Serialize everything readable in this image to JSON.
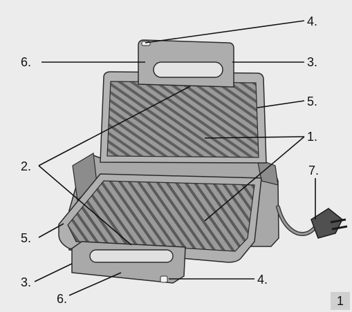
{
  "figure": {
    "subject": "Contact grill, opened flat",
    "figure_number": "1",
    "colors": {
      "background": "#ececec",
      "metal": "#aaaaaa",
      "plate": "#8e8e8e",
      "outline": "#222222"
    }
  },
  "callouts": {
    "c1": {
      "label": "1.",
      "part": "grill plates"
    },
    "c2": {
      "label": "2.",
      "part": "lock / hinge points"
    },
    "c3_top": {
      "label": "3.",
      "part": "handle side (top)"
    },
    "c3_bottom": {
      "label": "3.",
      "part": "handle side (bottom)"
    },
    "c4_top": {
      "label": "4.",
      "part": "indicator top"
    },
    "c4_bottom": {
      "label": "4.",
      "part": "indicator bottom"
    },
    "c5_top": {
      "label": "5.",
      "part": "plate rim top"
    },
    "c5_bottom": {
      "label": "5.",
      "part": "plate rim bottom"
    },
    "c6_top": {
      "label": "6.",
      "part": "handle top"
    },
    "c6_bottom": {
      "label": "6.",
      "part": "handle bottom"
    },
    "c7": {
      "label": "7.",
      "part": "power cord"
    }
  }
}
